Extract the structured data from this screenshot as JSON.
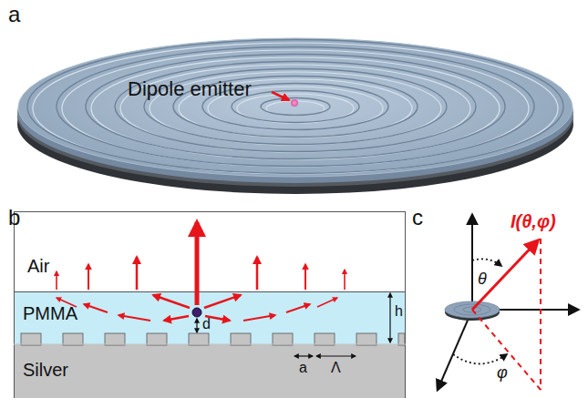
{
  "diagram": {
    "nodes": [
      {
        "text": [
          "Air"
        ]
      },
      {
        "text": [
          "PMMA"
        ]
      },
      {
        "text": [
          "Silver"
        ]
      }
    ],
    "labels": [
      "a",
      "Dipole emitter",
      "b",
      "d",
      "h",
      "a",
      "Λ",
      "c",
      "I(θ,φ)",
      "θ",
      "φ"
    ]
  }
}
